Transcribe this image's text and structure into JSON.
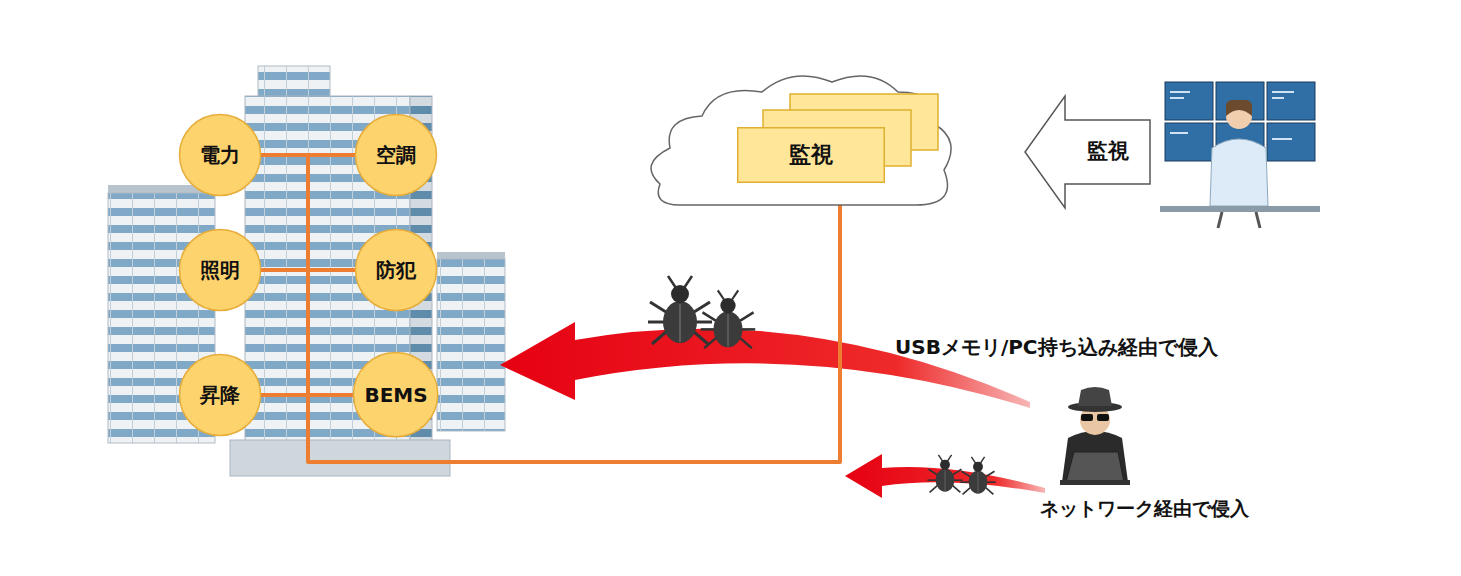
{
  "diagram": {
    "nodes": [
      {
        "text": [
          "電力"
        ]
      },
      {
        "text": [
          "空調"
        ]
      },
      {
        "text": [
          "照明"
        ]
      },
      {
        "text": [
          "防犯"
        ]
      },
      {
        "text": [
          "昇降"
        ]
      },
      {
        "text": [
          "BEMS"
        ]
      },
      {
        "text": [
          "監視"
        ]
      }
    ],
    "edges": [
      {
        "from": 0,
        "to": 1,
        "arrow": "none"
      },
      {
        "from": 2,
        "to": 3,
        "arrow": "none"
      },
      {
        "from": 4,
        "to": 5,
        "arrow": "none"
      },
      {
        "from": 0,
        "to": 2,
        "arrow": "none"
      },
      {
        "from": 2,
        "to": 4,
        "arrow": "none"
      },
      {
        "from": 4,
        "to": 6,
        "arrow": "none"
      }
    ],
    "labels": [
      "監視",
      "USBメモリ/PC持ち込み経由で侵入",
      "ネットワーク経由で侵入"
    ]
  }
}
